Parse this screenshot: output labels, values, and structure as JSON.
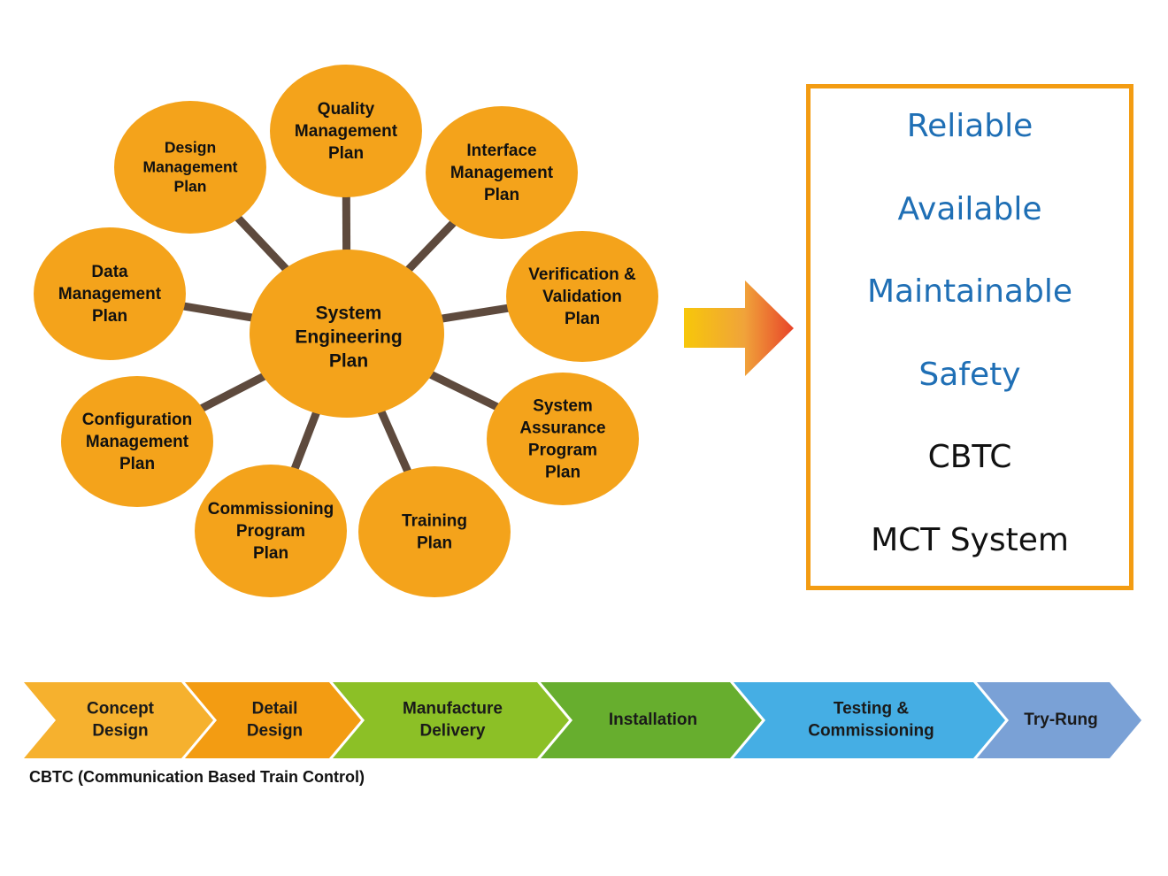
{
  "hub": {
    "lines": [
      "System",
      "Engineering",
      "Plan"
    ]
  },
  "plans": [
    {
      "id": "quality",
      "lines": [
        "Quality",
        "Management",
        "Plan"
      ]
    },
    {
      "id": "interface",
      "lines": [
        "Interface",
        "Management",
        "Plan"
      ]
    },
    {
      "id": "verification",
      "lines": [
        "Verification &",
        "Validation",
        "Plan"
      ]
    },
    {
      "id": "assurance",
      "lines": [
        "System",
        "Assurance",
        "Program",
        "Plan"
      ]
    },
    {
      "id": "training",
      "lines": [
        "Training",
        "Plan"
      ]
    },
    {
      "id": "commissioning",
      "lines": [
        "Commissioning",
        "Program",
        "Plan"
      ]
    },
    {
      "id": "configuration",
      "lines": [
        "Configuration",
        "Management",
        "Plan"
      ]
    },
    {
      "id": "data",
      "lines": [
        "Data",
        "Management",
        "Plan"
      ]
    },
    {
      "id": "design",
      "lines": [
        "Design",
        "Management",
        "Plan"
      ]
    }
  ],
  "benefits": [
    {
      "text": "Reliable",
      "color": "#1f6fb5"
    },
    {
      "text": "Available",
      "color": "#1f6fb5"
    },
    {
      "text": "Maintainable",
      "color": "#1f6fb5"
    },
    {
      "text": "Safety",
      "color": "#1f6fb5"
    },
    {
      "text": "CBTC",
      "color": "#111111"
    },
    {
      "text": "MCT System",
      "color": "#111111"
    }
  ],
  "phases": [
    {
      "lines": [
        "Concept",
        "Design"
      ],
      "color": "#f6b12e"
    },
    {
      "lines": [
        "Detail",
        "Design"
      ],
      "color": "#f39c12"
    },
    {
      "lines": [
        "Manufacture",
        "Delivery"
      ],
      "color": "#8cc026"
    },
    {
      "lines": [
        "Installation"
      ],
      "color": "#67ae2e"
    },
    {
      "lines": [
        "Testing &",
        "Commissioning"
      ],
      "color": "#45aee4"
    },
    {
      "lines": [
        "Try-Rung"
      ],
      "color": "#7aa1d6"
    }
  ],
  "colors": {
    "node_fill": "#f4a31b",
    "spoke": "#5e4a3d",
    "box_border": "#f39c12",
    "arrow_start": "#f7c70a",
    "arrow_end": "#e8442a"
  },
  "footnote": "CBTC (Communication Based Train Control)"
}
